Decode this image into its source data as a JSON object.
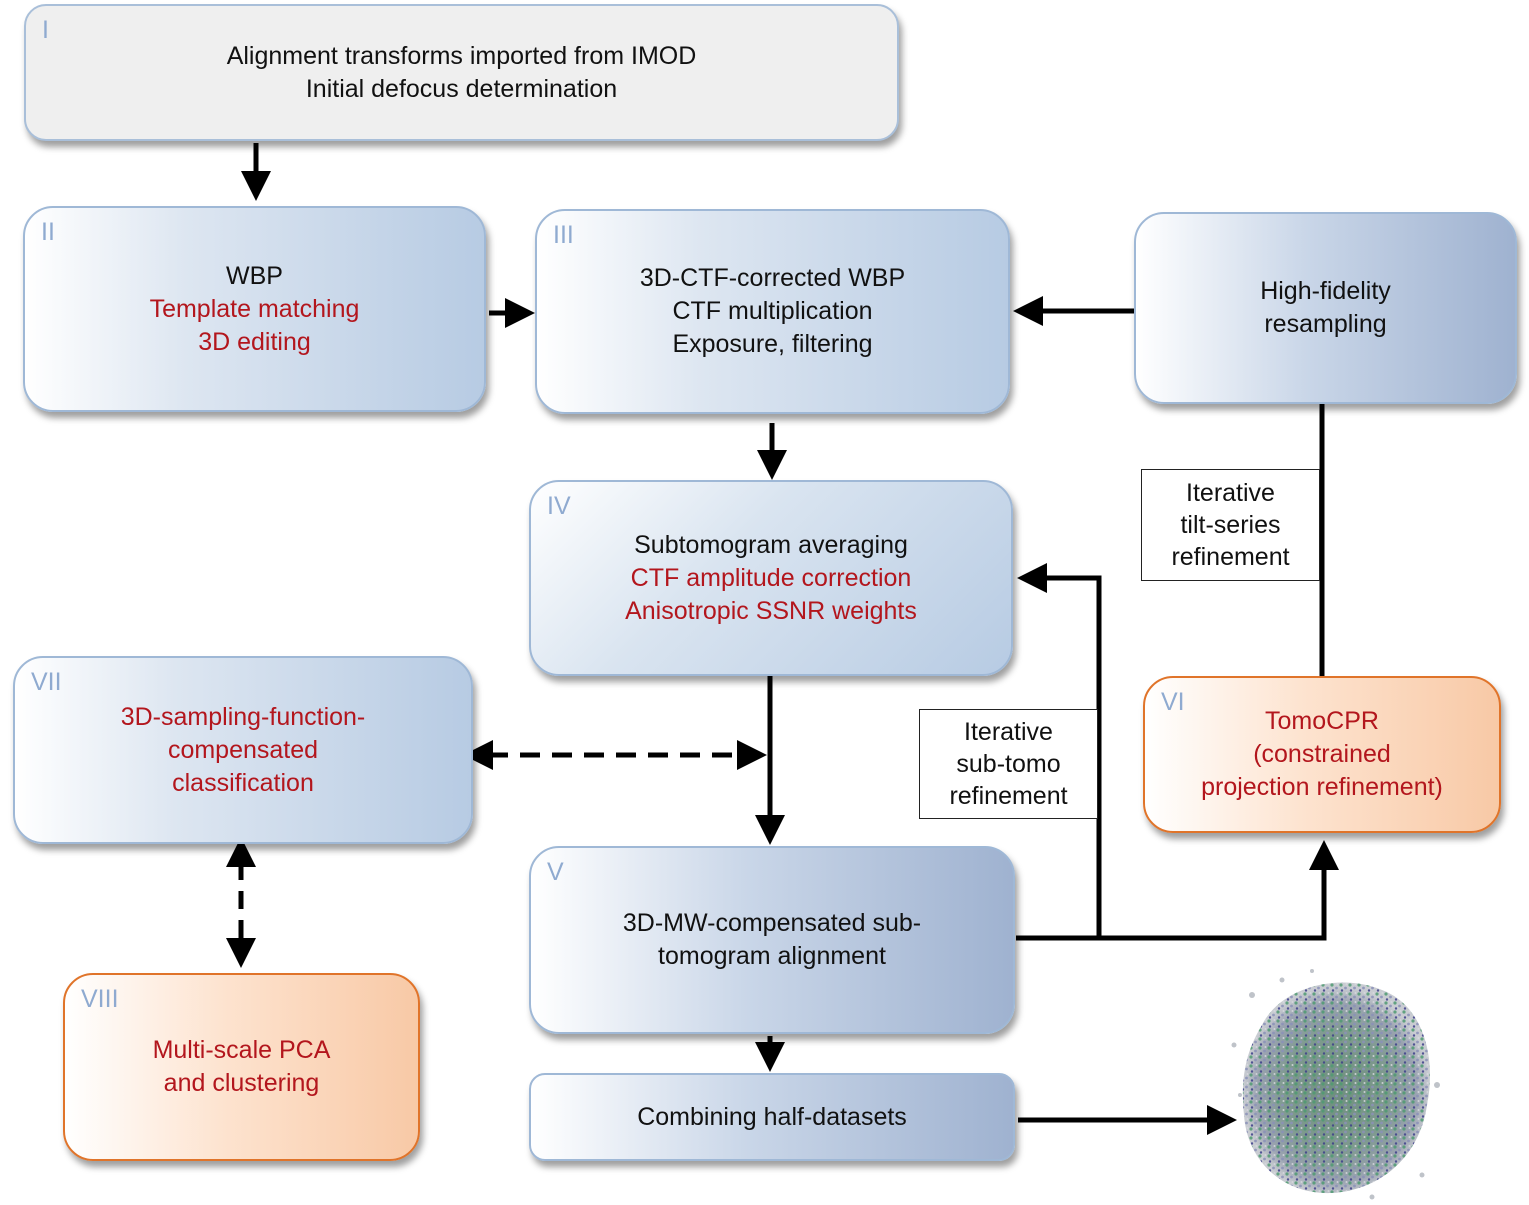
{
  "boxes": {
    "I": {
      "numeral": "I",
      "lines": [
        "Alignment transforms imported from IMOD",
        "Initial defocus determination"
      ],
      "red_lines": []
    },
    "II": {
      "numeral": "II",
      "lines": [
        "WBP"
      ],
      "red_lines": [
        "Template matching",
        "3D editing"
      ]
    },
    "III": {
      "numeral": "III",
      "lines": [
        "3D-CTF-corrected WBP",
        "CTF multiplication",
        "Exposure, filtering"
      ],
      "red_lines": []
    },
    "HF": {
      "numeral": "",
      "lines": [
        "High-fidelity",
        "resampling"
      ],
      "red_lines": []
    },
    "IV": {
      "numeral": "IV",
      "lines": [
        "Subtomogram averaging"
      ],
      "red_lines": [
        "CTF amplitude correction",
        "Anisotropic SSNR weights"
      ]
    },
    "VII": {
      "numeral": "VII",
      "lines": [],
      "red_lines": [
        "3D-sampling-function-",
        "compensated",
        "classification"
      ]
    },
    "VI": {
      "numeral": "VI",
      "lines": [],
      "red_lines": [
        "TomoCPR",
        "(constrained",
        "projection refinement)"
      ]
    },
    "V": {
      "numeral": "V",
      "lines": [
        "3D-MW-compensated sub-",
        "tomogram alignment"
      ],
      "red_lines": []
    },
    "VIII": {
      "numeral": "VIII",
      "lines": [],
      "red_lines": [
        "Multi-scale PCA",
        "and clustering"
      ]
    },
    "CH": {
      "numeral": "",
      "lines": [
        "Combining half-datasets"
      ],
      "red_lines": []
    }
  },
  "labels": {
    "tilt_series": [
      "Iterative",
      "tilt-series",
      "refinement"
    ],
    "sub_tomo": [
      "Iterative",
      "sub-tomo",
      "refinement"
    ]
  },
  "colors": {
    "red_text": "#b3161d",
    "numeral": "#8faad0",
    "blue_border": "#9fb8d6",
    "orange_border": "#e0742a"
  },
  "image": {
    "name": "density-map-image"
  }
}
